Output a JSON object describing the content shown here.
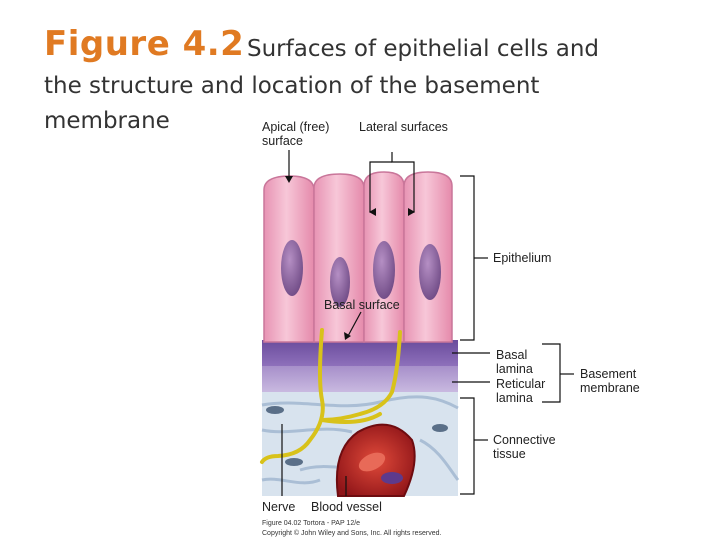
{
  "title": {
    "figure_number": "Figure 4.2",
    "line1": "Surfaces of epithelial cells and",
    "line2": "the structure and location of the basement",
    "line3": "membrane"
  },
  "labels": {
    "apical_1": "Apical (free)",
    "apical_2": "surface",
    "lateral": "Lateral surfaces",
    "epithelium": "Epithelium",
    "basal_surface": "Basal surface",
    "basal_lamina_1": "Basal",
    "basal_lamina_2": "lamina",
    "reticular_1": "Reticular",
    "reticular_2": "lamina",
    "basement_1": "Basement",
    "basement_2": "membrane",
    "connective_1": "Connective",
    "connective_2": "tissue",
    "nerve": "Nerve",
    "blood_vessel": "Blood vessel"
  },
  "credit": {
    "line1": "Figure 04.02  Tortora - PAP 12/e",
    "line2": "Copyright © John Wiley and Sons, Inc. All rights reserved."
  },
  "colors": {
    "title_accent": "#e07a22",
    "cell": "#f2b6cb",
    "nucleus": "#8a5a9c",
    "basal_lamina": "#7a5aa8",
    "reticular_lamina": "#b8a3d4",
    "connective_tissue": "#d6e2ef",
    "nerve": "#d8c21a",
    "blood_vessel": "#c0262a"
  }
}
